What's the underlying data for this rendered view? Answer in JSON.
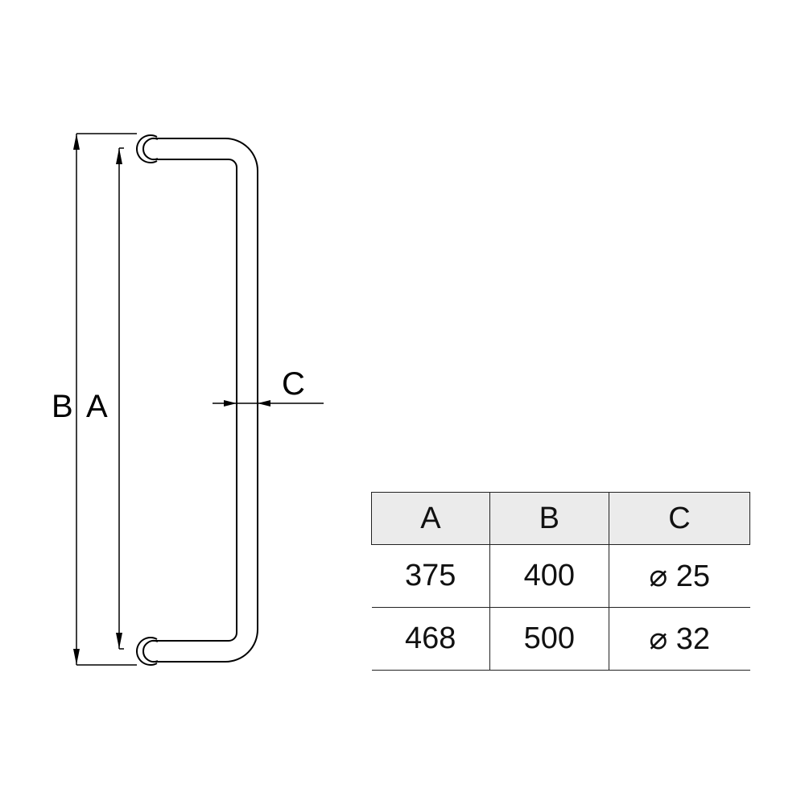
{
  "labels": {
    "a": "A",
    "b": "B",
    "c": "C"
  },
  "table": {
    "headers": [
      "A",
      "B",
      "C"
    ],
    "rows": [
      [
        "375",
        "400",
        "⌀ 25"
      ],
      [
        "468",
        "500",
        "⌀ 32"
      ]
    ]
  }
}
